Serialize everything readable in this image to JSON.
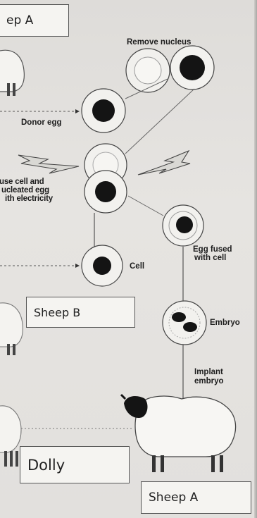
{
  "labels": {
    "sheep_a_top": "ep A",
    "remove_nucleus": "Remove nucleus",
    "donor_egg": "Donor egg",
    "fuse_line1": "use cell and",
    "fuse_line2": "ucleated egg",
    "fuse_line3": "ith electricity",
    "egg_fused_line1": "Egg fused",
    "egg_fused_line2": "with cell",
    "cell": "Cell",
    "sheep_b": "Sheep B",
    "embryo": "Embryo",
    "implant_line1": "Implant",
    "implant_line2": "embryo",
    "dolly": "Dolly",
    "sheep_a_bottom": "Sheep A"
  },
  "colors": {
    "nucleus": "#141414",
    "line": "#333333",
    "box_fill": "#f5f4f1",
    "paper": "#e3e1de"
  }
}
